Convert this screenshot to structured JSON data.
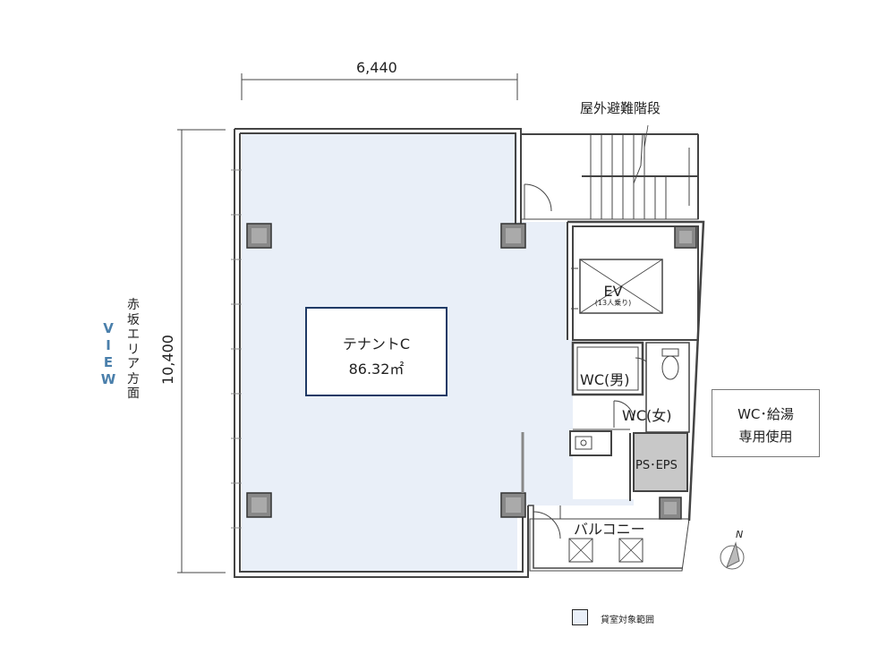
{
  "dimensions": {
    "width": "6,440",
    "height": "10,400"
  },
  "view": {
    "label": "VIEW",
    "letters": [
      "V",
      "I",
      "E",
      "W"
    ],
    "direction": "赤坂エリア方面",
    "direction_chars": [
      "赤",
      "坂",
      "エ",
      "リ",
      "ア",
      "方",
      "面"
    ]
  },
  "labels": {
    "stairs": "屋外避難階段",
    "ev": "EV",
    "ev_capacity": "(13人乗り)",
    "wc_men": "WC(男)",
    "wc_women": "WC(女)",
    "ps_eps": "PS･EPS",
    "balcony": "バルコニー",
    "north": "N"
  },
  "tenant": {
    "name": "テナントC",
    "area": "86.32㎡"
  },
  "note": {
    "line1": "WC･給湯",
    "line2": "専用使用"
  },
  "legend": {
    "text": "貸室対象範囲"
  },
  "colors": {
    "tenant_fill": "#e9eff8",
    "tenant_border": "#1f3a66",
    "view_accent": "#4a7fab",
    "service_gray": "#c8c8c8"
  }
}
